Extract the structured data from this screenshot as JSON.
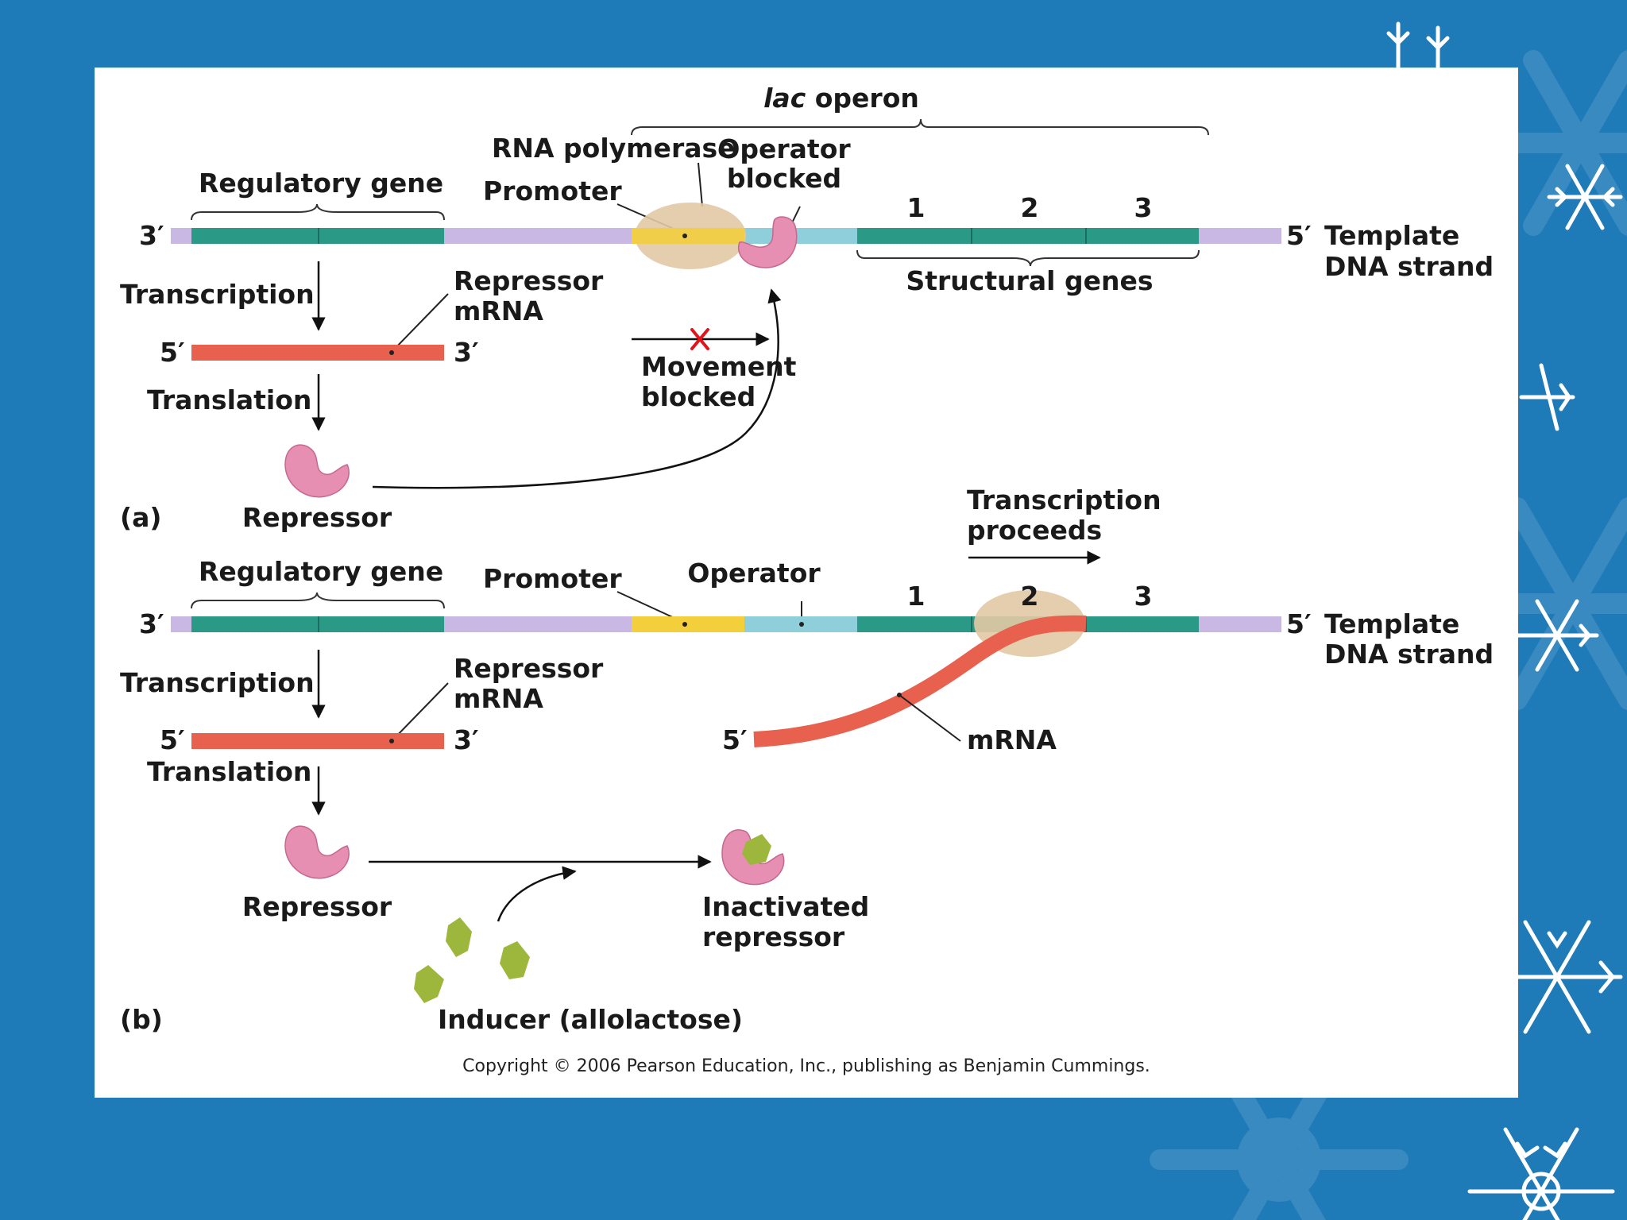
{
  "colors": {
    "background": "#1f7ab8",
    "panel": "#ffffff",
    "dna_flank": "#c9b8e3",
    "regulatory_gene": "#2a9a86",
    "promoter": "#f3cf3c",
    "operator": "#8fcfdb",
    "structural_genes": "#2a9a86",
    "mrna": "#e8604e",
    "rna_polymerase": "#e2c9a4",
    "repressor": "#e78fb3",
    "inducer": "#9cb73c",
    "block_x": "#e0141a"
  },
  "panel_a": {
    "operon_label_italic": "lac",
    "operon_label_rest": " operon",
    "rna_polymerase_label": "RNA polymerase",
    "regulatory_gene_label": "Regulatory gene",
    "promoter_label": "Promoter",
    "operator_label_line1": "Operator",
    "operator_label_line2": "blocked",
    "gene_numbers": [
      "1",
      "2",
      "3"
    ],
    "dna_3prime": "3′",
    "dna_5prime": "5′",
    "template_line1": "Template",
    "template_line2": "DNA strand",
    "structural_genes_label": "Structural genes",
    "transcription_label": "Transcription",
    "repressor_mrna_line1": "Repressor",
    "repressor_mrna_line2": "mRNA",
    "mrna_5prime": "5′",
    "mrna_3prime": "3′",
    "movement_line1": "Movement",
    "movement_line2": "blocked",
    "translation_label": "Translation",
    "repressor_label": "Repressor",
    "panel_letter": "(a)"
  },
  "panel_b": {
    "transcription_proceeds_line1": "Transcription",
    "transcription_proceeds_line2": "proceeds",
    "regulatory_gene_label": "Regulatory gene",
    "promoter_label": "Promoter",
    "operator_label": "Operator",
    "gene_numbers": [
      "1",
      "2",
      "3"
    ],
    "dna_3prime": "3′",
    "dna_5prime": "5′",
    "template_line1": "Template",
    "template_line2": "DNA strand",
    "transcription_label": "Transcription",
    "repressor_mrna_line1": "Repressor",
    "repressor_mrna_line2": "mRNA",
    "mrna_5prime": "5′",
    "mrna_3prime": "3′",
    "lac_mrna_5prime": "5′",
    "lac_mrna_label": "mRNA",
    "translation_label": "Translation",
    "repressor_label": "Repressor",
    "inactivated_line1": "Inactivated",
    "inactivated_line2": "repressor",
    "inducer_label": "Inducer (allolactose)",
    "panel_letter": "(b)"
  },
  "copyright": "Copyright © 2006 Pearson Education, Inc., publishing as Benjamin Cummings."
}
